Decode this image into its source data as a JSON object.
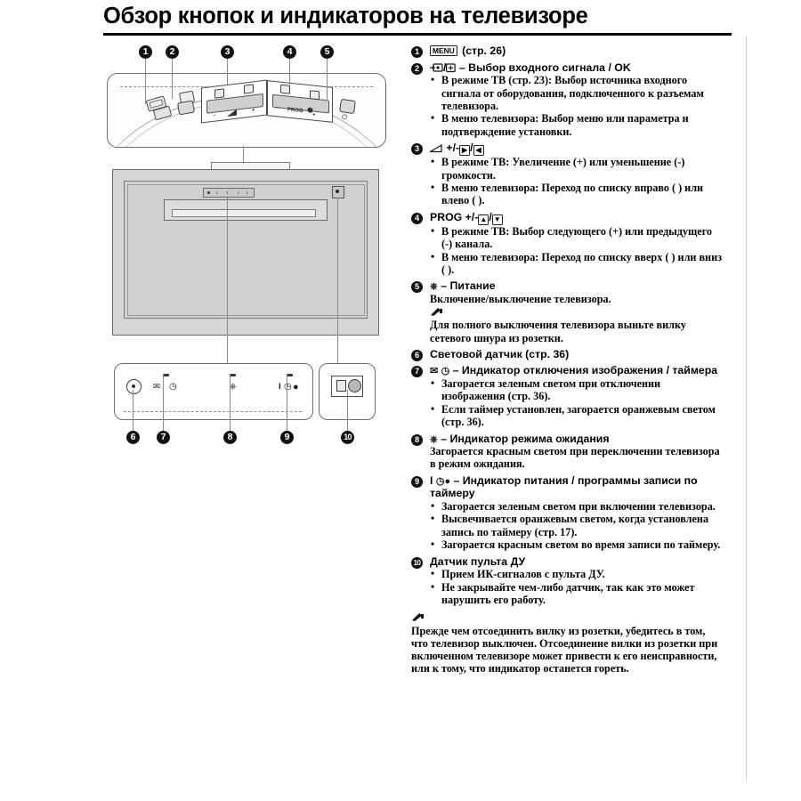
{
  "document": {
    "title": "Обзор кнопок и индикаторов на телевизоре"
  },
  "diagram": {
    "name": "tv-front-panel-illustration",
    "top_callouts": [
      "1",
      "2",
      "3",
      "4",
      "5"
    ],
    "bottom_callouts": [
      "6",
      "7",
      "8",
      "9",
      "10"
    ],
    "panel_labels": {
      "volume": "",
      "prog": "PROG",
      "minus": "–",
      "plus": "+"
    }
  },
  "legend": [
    {
      "number": "1",
      "heading_parts": [
        "MENU",
        "(стр. 26)"
      ],
      "bullets": [],
      "body": []
    },
    {
      "number": "2",
      "heading": "– Выбор входного сигнала / OK",
      "bullets": [
        "В режиме ТВ (стр. 23): Выбор источника входного сигнала от оборудования, подключенного к разъемам телевизора.",
        "В меню телевизора: Выбор меню или параметра и подтверждение установки."
      ],
      "body": []
    },
    {
      "number": "3",
      "heading": "+/-",
      "bullets": [
        "В режиме ТВ: Увеличение (+) или уменьшение (-) громкости.",
        "В меню телевизора: Переход по списку вправо ( ) или влево ( )."
      ],
      "body": []
    },
    {
      "number": "4",
      "heading": "PROG +/-",
      "bullets": [
        "В режиме ТВ: Выбор следующего (+) или предыдущего (-) канала.",
        "В меню телевизора: Переход по списку вверх ( ) или вниз ( )."
      ],
      "body": []
    },
    {
      "number": "5",
      "heading": "– Питание",
      "body": [
        "Включение/выключение телевизора."
      ],
      "note": "Для полного выключения телевизора выньте вилку сетевого шнура из розетки.",
      "bullets": []
    },
    {
      "number": "6",
      "heading": "Световой датчик (стр. 36)",
      "bullets": [],
      "body": []
    },
    {
      "number": "7",
      "heading": "– Индикатор отключения изображения / таймера",
      "bullets": [
        "Загорается зеленым светом при отключении изображения (стр. 36).",
        "Если таймер установлен, загорается оранжевым светом (стр. 36)."
      ],
      "body": []
    },
    {
      "number": "8",
      "heading": "– Индикатор режима ожидания",
      "body": [
        "Загорается красным светом при переключении телевизора в режим ожидания."
      ],
      "bullets": []
    },
    {
      "number": "9",
      "heading": "– Индикатор питания / программы записи по таймеру",
      "heading_prefix": "I",
      "bullets": [
        "Загорается зеленым светом при включении телевизора.",
        "Высвечивается оранжевым светом, когда установлена запись по таймеру (стр. 17).",
        "Загорается красным светом во время записи по таймеру."
      ],
      "body": []
    },
    {
      "number": "10",
      "heading": "Датчик пульта ДУ",
      "bullets": [
        "Прием ИК-сигналов с пульта ДУ.",
        "Не закрывайте чем-либо датчик, так как это может нарушить его работу."
      ],
      "body": []
    }
  ],
  "footer_note": {
    "icon": "pencil-note-icon",
    "text": "Прежде чем отсоединить вилку из розетки, убедитесь в том, что телевизор выключен. Отсоединение вилки из розетки при включенном телевизоре может привести к его неисправности, или к тому, что индикатор останется гореть."
  },
  "icons": {
    "menu_key": "menu-key-icon",
    "input_select": "input-select-icon",
    "ok_key": "ok-key-icon",
    "volume_wedge": "volume-wedge-icon",
    "arrow_right": "arrow-right-key-icon",
    "arrow_left": "arrow-left-key-icon",
    "arrow_up": "arrow-up-key-icon",
    "arrow_down": "arrow-down-key-icon",
    "power": "power-icon",
    "picture_off": "picture-off-envelope-icon",
    "timer": "timer-clock-icon",
    "standby": "standby-power-icon",
    "rec_dot": "record-dot-icon",
    "pencil": "pencil-note-icon"
  },
  "colors": {
    "text": "#000000",
    "rule": "#000000",
    "callout_bg": "#111111",
    "diagram_line": "#6b6b6b",
    "diagram_fill": "#d5d5d5"
  }
}
